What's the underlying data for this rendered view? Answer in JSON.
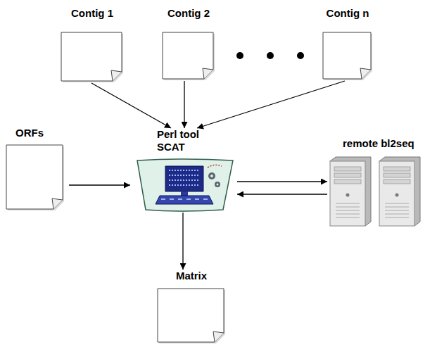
{
  "diagram": {
    "nodes": [
      {
        "text": [
          "Contig 1"
        ]
      },
      {
        "text": [
          "Contig 2"
        ]
      },
      {
        "text": [
          "Contig n"
        ]
      },
      {
        "text": [
          "ORFs"
        ]
      },
      {
        "text": [
          "Perl tool SCAT"
        ]
      },
      {
        "text": [
          "remote bl2seq"
        ]
      },
      {
        "text": [
          "Matrix"
        ]
      }
    ],
    "edges": [
      {
        "from": 0,
        "to": 4,
        "arrow": "to"
      },
      {
        "from": 1,
        "to": 4,
        "arrow": "to"
      },
      {
        "from": 2,
        "to": 4,
        "arrow": "to"
      },
      {
        "from": 3,
        "to": 4,
        "arrow": "to"
      },
      {
        "from": 4,
        "to": 5,
        "arrow": "to"
      },
      {
        "from": 5,
        "to": 4,
        "arrow": "to"
      },
      {
        "from": 4,
        "to": 6,
        "arrow": "to"
      }
    ]
  }
}
